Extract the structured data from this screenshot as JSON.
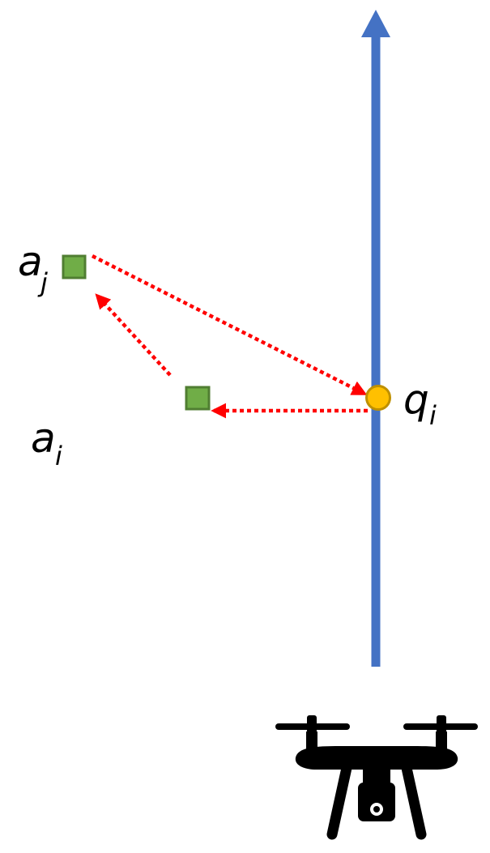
{
  "labels": {
    "a_j": {
      "main": "a",
      "sub": "j"
    },
    "a_i": {
      "main": "a",
      "sub": "i"
    },
    "q_i": {
      "main": "q",
      "sub": "i"
    }
  },
  "colors": {
    "trajectory": "#4472C4",
    "anchor_fill": "#70AD47",
    "anchor_stroke": "#507E32",
    "query_fill": "#FFC000",
    "query_stroke": "#BF9000",
    "dotted_arrow": "#FF0000",
    "drone": "#000000"
  },
  "icons": {
    "vehicle": "drone-icon",
    "trajectory_head": "arrow-up-icon"
  }
}
